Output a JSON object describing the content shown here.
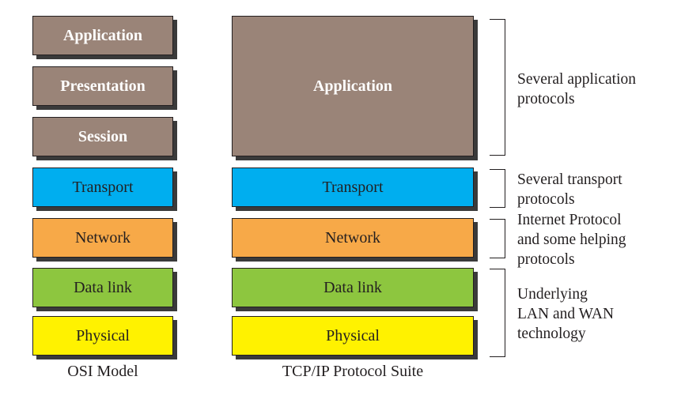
{
  "osi": {
    "caption": "OSI Model",
    "layers": {
      "application": "Application",
      "presentation": "Presentation",
      "session": "Session",
      "transport": "Transport",
      "network": "Network",
      "data_link": "Data link",
      "physical": "Physical"
    }
  },
  "tcpip": {
    "caption": "TCP/IP Protocol Suite",
    "layers": {
      "application": "Application",
      "transport": "Transport",
      "network": "Network",
      "data_link": "Data link",
      "physical": "Physical"
    }
  },
  "descriptions": {
    "application": [
      "Several application",
      "protocols"
    ],
    "transport": [
      "Several transport",
      "protocols"
    ],
    "network": [
      "Internet Protocol",
      "and some helping",
      "protocols"
    ],
    "link": [
      "Underlying",
      "LAN and WAN",
      "technology"
    ]
  },
  "colors": {
    "upper_layers": "#9a8478",
    "transport": "#00aeef",
    "network": "#f7a948",
    "data_link": "#8dc63f",
    "physical": "#fff200"
  }
}
